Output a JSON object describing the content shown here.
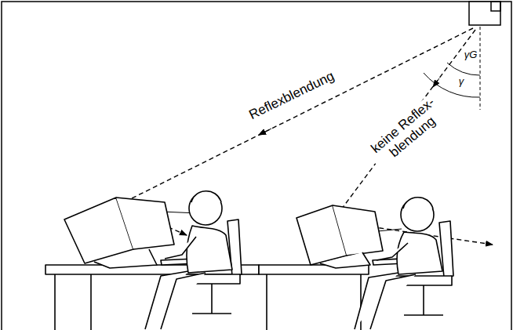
{
  "diagram": {
    "labels": [
      "Reflexblendung",
      "keine Reflex- blendung",
      "γG",
      "γ"
    ]
  }
}
